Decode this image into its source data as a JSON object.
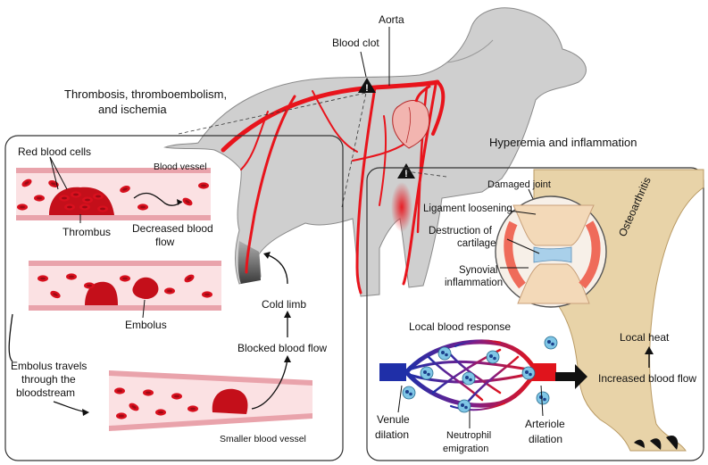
{
  "labels": {
    "blood_clot": "Blood clot",
    "aorta": "Aorta",
    "thrombosis_l1": "Thrombosis, thromboembolism,",
    "thrombosis_l2": "and ischemia",
    "hyperemia": "Hyperemia and inflammation",
    "red_blood_cells": "Red blood cells",
    "blood_vessel": "Blood vessel",
    "thrombus": "Thrombus",
    "decreased_l1": "Decreased blood",
    "decreased_l2": "flow",
    "embolus": "Embolus",
    "embolus_travels_l1": "Embolus travels",
    "embolus_travels_l2": "through the",
    "embolus_travels_l3": "bloodstream",
    "cold_limb": "Cold limb",
    "blocked_flow": "Blocked blood flow",
    "smaller_vessel": "Smaller blood vessel",
    "damaged_joint": "Damaged joint",
    "osteoarthritis": "Osteoarthritis",
    "ligament_loosening": "Ligament loosening",
    "destruction_l1": "Destruction of",
    "destruction_l2": "cartilage",
    "synovial_l1": "Synovial",
    "synovial_l2": "inflammation",
    "local_blood_response": "Local blood response",
    "local_heat": "Local heat",
    "increased_flow": "Increased blood flow",
    "venule_l1": "Venule",
    "venule_l2": "dilation",
    "neutrophil_l1": "Neutrophil",
    "neutrophil_l2": "emigration",
    "arteriole_l1": "Arteriole",
    "arteriole_l2": "dilation"
  },
  "colors": {
    "dog_fill": "#cfcfcf",
    "artery": "#e8141c",
    "rbc": "#d8101e",
    "vessel_wall": "#e9a3ab",
    "vessel_lumen": "#fbe1e3",
    "leg_fill": "#e8d3a8",
    "venule": "#1f2fa8",
    "arteriole": "#e0141c"
  }
}
